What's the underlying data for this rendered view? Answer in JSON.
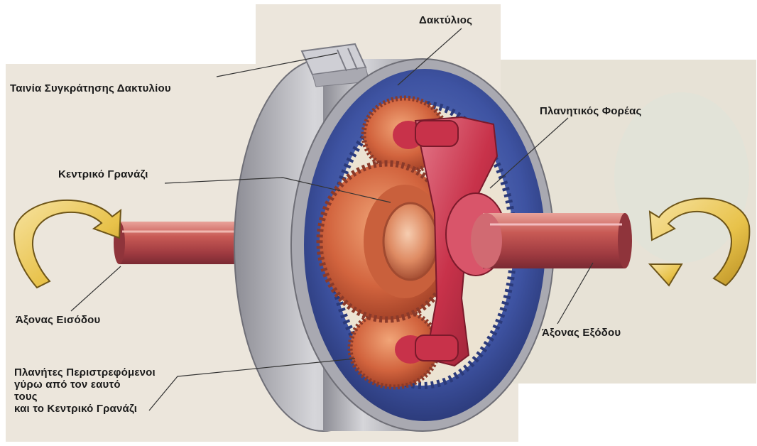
{
  "labels": {
    "ring_gear": "Δακτύλιος",
    "ring_band": "Ταινία Συγκράτησης Δακτυλίου",
    "planet_carrier": "Πλανητικός Φορέας",
    "sun_gear": "Κεντρικό Γρανάζι",
    "input_shaft": "Άξονας Εισόδου",
    "output_shaft": "Άξονας Εξόδου",
    "planets": [
      "Πλανήτες Περιστρεφόμενοι",
      "γύρω από τον εαυτό",
      "τους",
      "και το Κεντρικό Γρανάζι"
    ]
  },
  "colors": {
    "paper": "#ece6dc",
    "ring_blue": "#3c4f9c",
    "band_gray": "#b9b9bf",
    "gear_orange": "#d2643e",
    "carrier_red": "#c8324a",
    "shaft_red": "#b84a4e",
    "arrow_yellow": "#e8c24a"
  }
}
